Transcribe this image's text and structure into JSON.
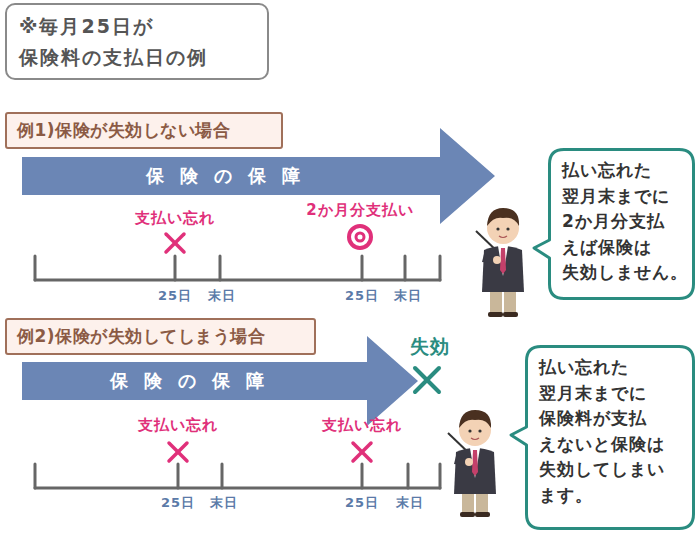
{
  "diagram": {
    "nodes": [
      {
        "text": [
          "※毎月25日が 保険料の支払日の例"
        ]
      },
      {
        "text": [
          "例1)保険が失効しない場合"
        ]
      },
      {
        "text": [
          "保険の保障"
        ]
      },
      {
        "text": [
          "払い忘れた 翌月末までに 2か月分支払 えば保険は 失効しません。"
        ]
      },
      {
        "text": [
          "例2)保険が失効してしまう場合"
        ]
      },
      {
        "text": [
          "保険の保障"
        ]
      },
      {
        "text": [
          "払い忘れた 翌月末までに 保険料が支払 えないと保険は 失効してしまい ます。"
        ]
      }
    ],
    "labels": [
      "支払い忘れ",
      "2か月分支払い",
      "25日",
      "末日",
      "25日",
      "末日",
      "失効",
      "支払い忘れ",
      "支払い忘れ",
      "25日",
      "末日",
      "25日",
      "末日"
    ]
  }
}
